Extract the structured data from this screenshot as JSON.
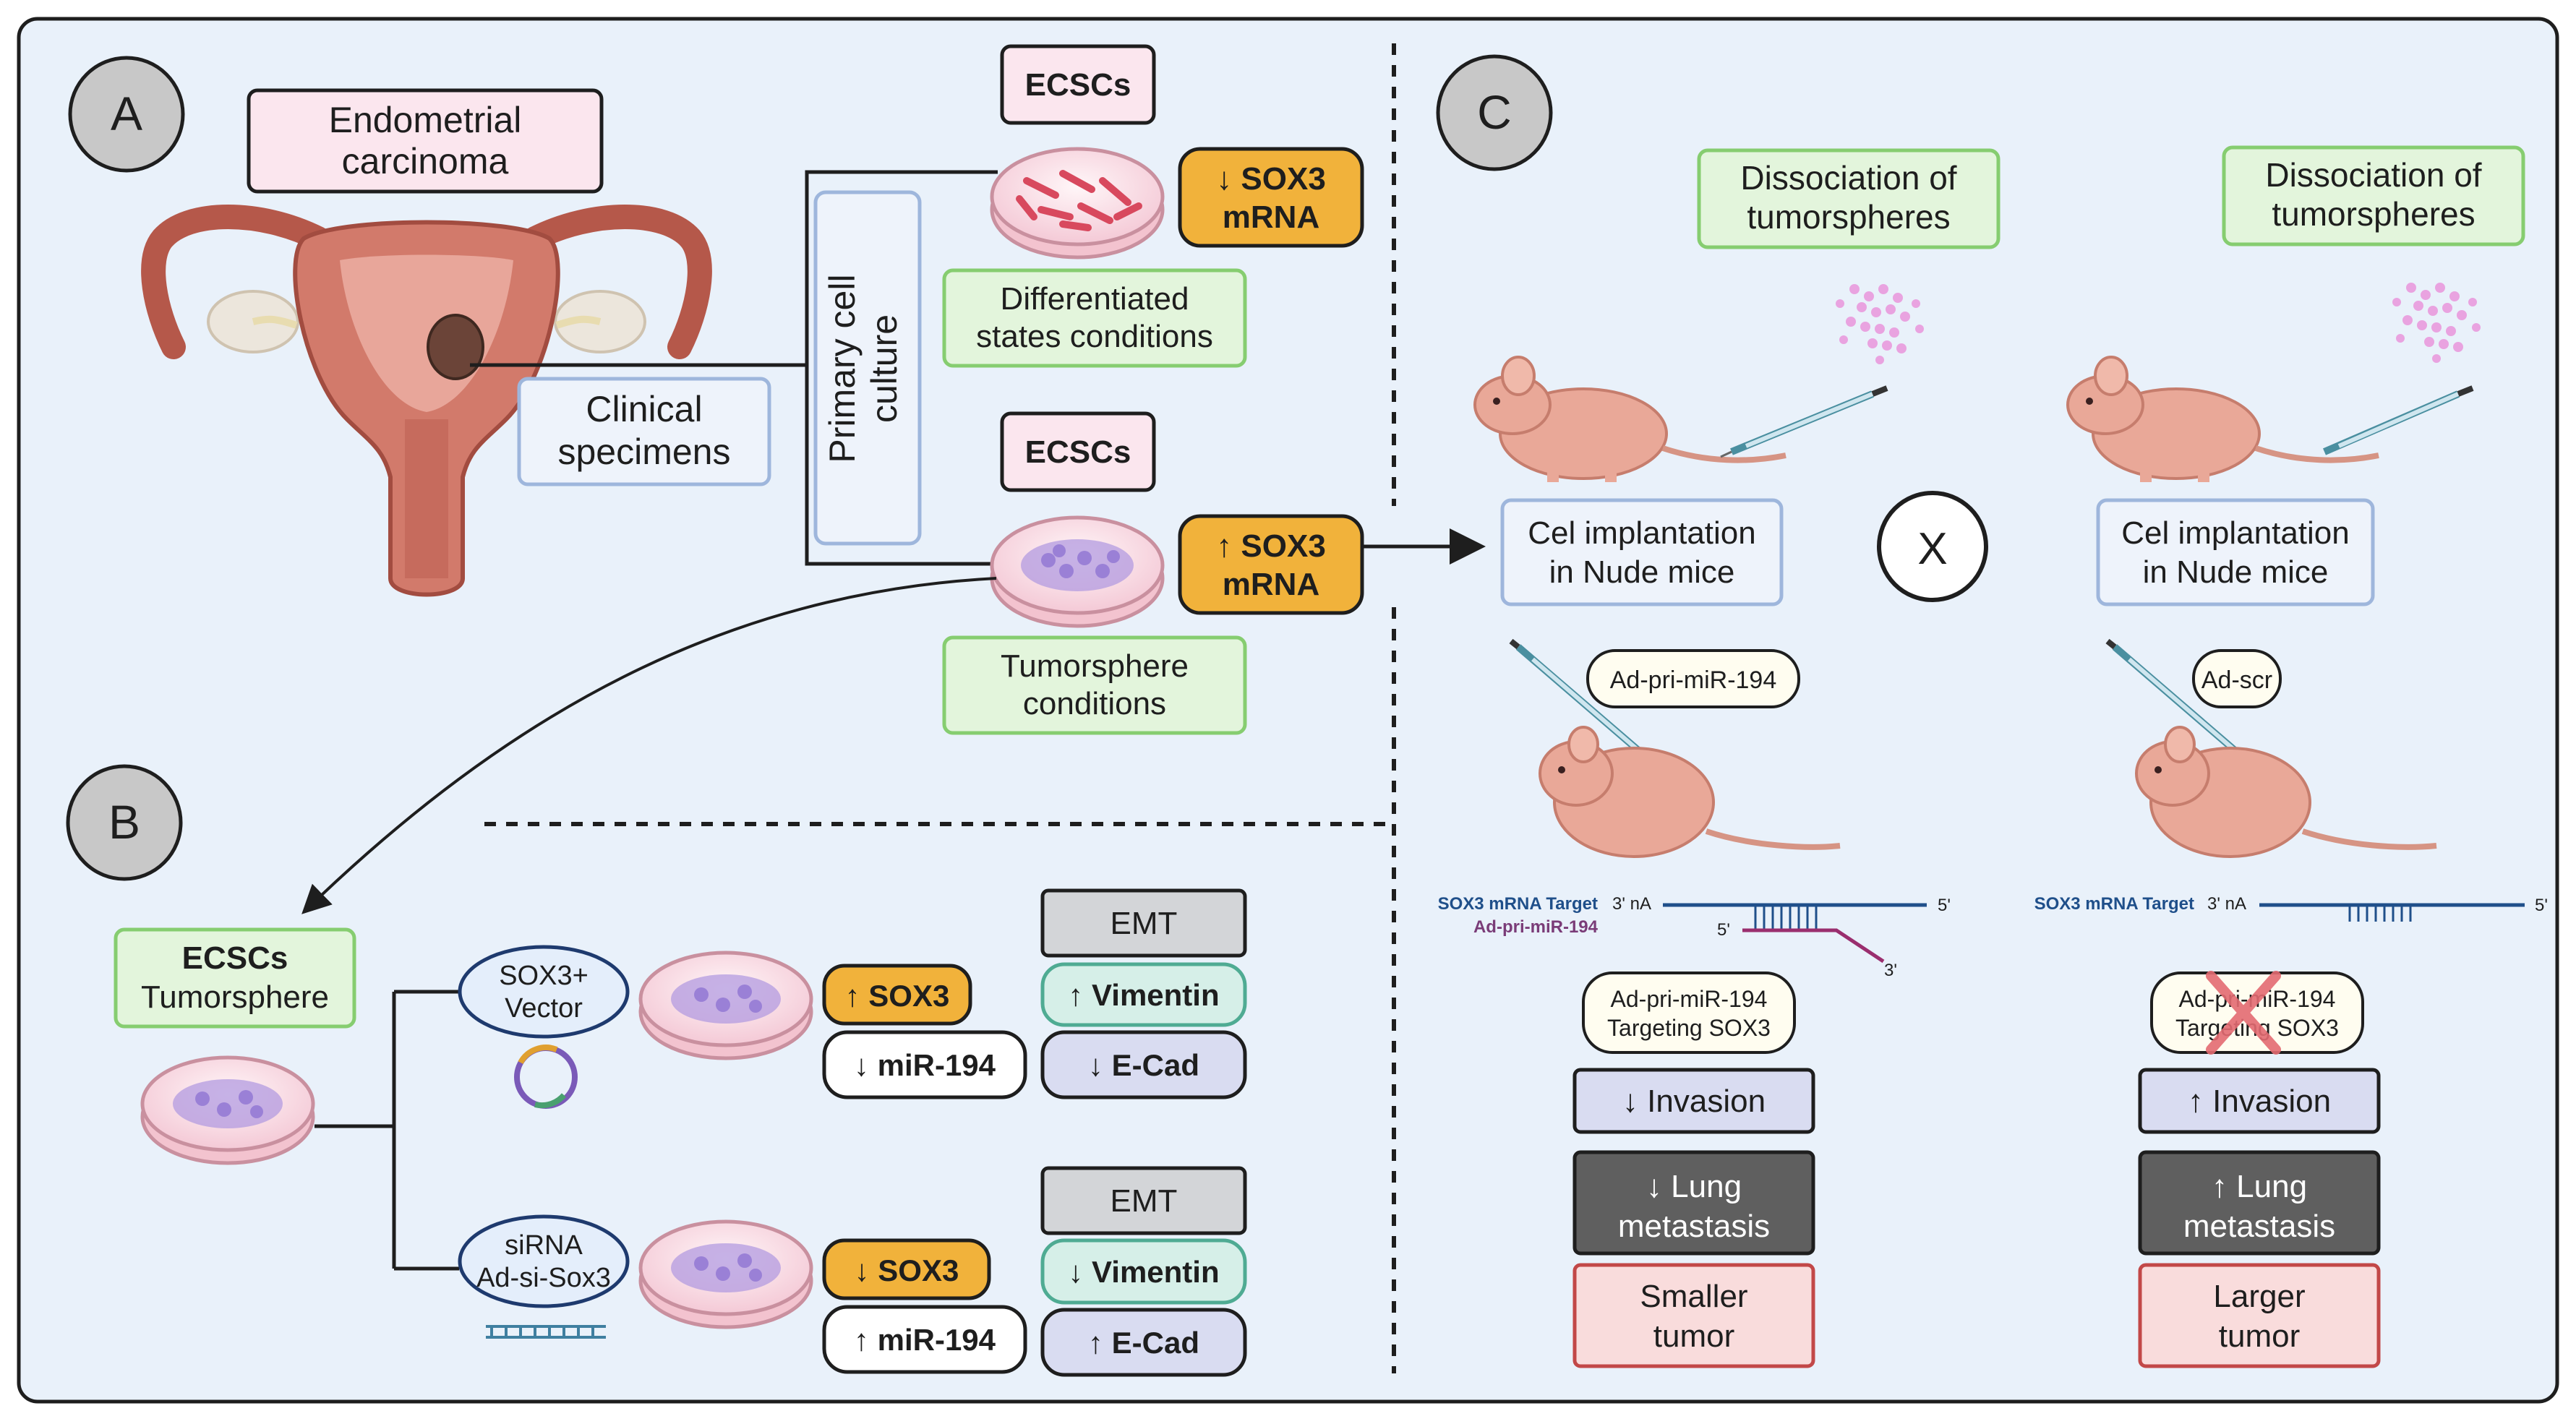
{
  "panels": {
    "a": {
      "letter": "A"
    },
    "b": {
      "letter": "B"
    },
    "c": {
      "letter": "C"
    }
  },
  "panel_a": {
    "endometrial_carcinoma": [
      "Endometrial",
      "carcinoma"
    ],
    "clinical_specimens": [
      "Clinical",
      "specimens"
    ],
    "primary_culture": [
      "Primary cell",
      "culture"
    ],
    "ecsc_top": "ECSCs",
    "ecsc_bottom": "ECSCs",
    "sox3_down": [
      "↓ SOX3",
      "mRNA"
    ],
    "sox3_up": [
      "↑ SOX3",
      "mRNA"
    ],
    "differentiated": [
      "Differentiated",
      "states conditions"
    ],
    "tumorsphere_conditions": [
      "Tumorsphere",
      "conditions"
    ]
  },
  "panel_b": {
    "ecsc_tumorsphere": [
      "ECSCs",
      "Tumorsphere"
    ],
    "vector": [
      "SOX3+",
      "Vector"
    ],
    "sirna": [
      "siRNA",
      "Ad-si-Sox3"
    ],
    "row1": {
      "sox3": "↑ SOX3",
      "mir": "↓ miR-194",
      "emt": "EMT",
      "vimentin": "↑ Vimentin",
      "ecad": "↓ E-Cad"
    },
    "row2": {
      "sox3": "↓ SOX3",
      "mir": "↑ miR-194",
      "emt": "EMT",
      "vimentin": "↓ Vimentin",
      "ecad": "↑ E-Cad"
    }
  },
  "panel_c": {
    "x_label": "X",
    "left": {
      "dissociation": [
        "Dissociation of",
        "tumorspheres"
      ],
      "implant": [
        "Cel implantation",
        "in Nude mice"
      ],
      "agent": "Ad-pri-miR-194",
      "target_label": "SOX3 mRNA Target",
      "probe_label": "Ad-pri-miR-194",
      "three_prime_na": "3' nA",
      "five_prime_a": "5'",
      "five_prime_b": "5'",
      "three_prime_b": "3'",
      "targeting": [
        "Ad-pri-miR-194",
        "Targeting SOX3"
      ],
      "invasion": "↓ Invasion",
      "metastasis": [
        "↓ Lung",
        "metastasis"
      ],
      "tumor": [
        "Smaller",
        "tumor"
      ]
    },
    "right": {
      "dissociation": [
        "Dissociation of",
        "tumorspheres"
      ],
      "implant": [
        "Cel implantation",
        "in Nude mice"
      ],
      "agent": "Ad-scr",
      "target_label": "SOX3 mRNA Target",
      "three_prime_na": "3' nA",
      "five_prime_a": "5'",
      "targeting": [
        "Ad-pri-miR-194",
        "Targeting SOX3"
      ],
      "invasion": "↑ Invasion",
      "metastasis": [
        "↑ Lung",
        "metastasis"
      ],
      "tumor": [
        "Larger",
        "tumor"
      ]
    }
  },
  "colors": {
    "background": "#e9f1fa",
    "frame": "#1e1e1e",
    "pink_box": "#fbe6ee",
    "green_box": "#e3f5dc",
    "green_border": "#86cd70",
    "blue_border": "#9eb6dc",
    "orange": "#f1b23b",
    "lavender": "#d9dcf1",
    "dark_box": "#5f5f5f",
    "red_box": "#f9dcdc",
    "red_border": "#c24848",
    "teal_box": "#d6efe8",
    "teal_border": "#4fab93",
    "mouse": "#e9a898",
    "uterus": "#d27a6b",
    "cross": "#e46b72"
  }
}
